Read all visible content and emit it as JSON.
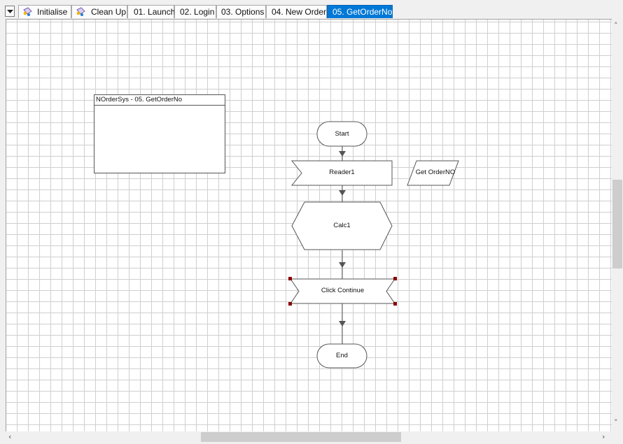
{
  "tabs": [
    {
      "label": "Initialise",
      "icon": "page-icon",
      "active": false
    },
    {
      "label": "Clean Up",
      "icon": "page-icon",
      "active": false
    },
    {
      "label": "01. Launch",
      "active": false
    },
    {
      "label": "02. Login",
      "active": false
    },
    {
      "label": "03. Options",
      "active": false
    },
    {
      "label": "04. New Order",
      "active": false
    },
    {
      "label": "05. GetOrderNo",
      "active": true
    }
  ],
  "block": {
    "title": "NOrderSys - 05. GetOrderNo"
  },
  "flow": {
    "start": "Start",
    "reader": "Reader1",
    "data_item": "Get OrderNO",
    "calc": "Calc1",
    "action": "Click Continue",
    "end": "End"
  },
  "colors": {
    "active_tab": "#0078d7",
    "grid": "#cfcfcf",
    "selection_handle": "#8b0000"
  }
}
